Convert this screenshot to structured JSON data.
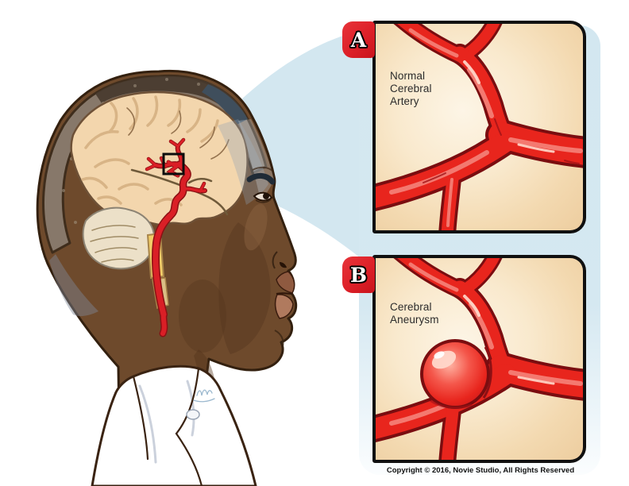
{
  "panels": [
    {
      "label": "A",
      "caption_lines": [
        "Normal",
        "Cerebral",
        "Artery"
      ]
    },
    {
      "label": "B",
      "caption_lines": [
        "Cerebral",
        "Aneurysm"
      ]
    }
  ],
  "footer": {
    "copyright": "Copyright © 2016, Novie Studio, All Rights Reserved"
  },
  "colors": {
    "artery_red": "#e8251d",
    "artery_outline": "#7a0d10",
    "badge_red": "#dd2028",
    "callout_blue": "#d3e7f0",
    "panel_cream": "#f3d9b0",
    "skin_brown": "#6e4a2c",
    "brain_cream": "#f3d6ad",
    "skull_gray": "#87786a",
    "spine_yellow": "#f2cd68"
  }
}
